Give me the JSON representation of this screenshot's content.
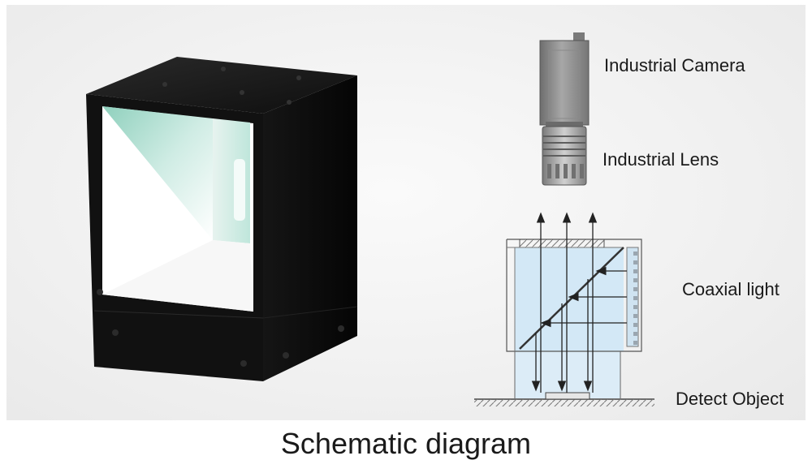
{
  "labels": {
    "camera": "Industrial Camera",
    "lens": "Industrial Lens",
    "coaxial_light": "Coaxial light",
    "detect_object": "Detect Object"
  },
  "caption": "Schematic diagram",
  "colors": {
    "housing": "#141414",
    "light_blue": "#cfe6f5",
    "mirror_green": "#9fd8c8",
    "line": "#555555"
  },
  "icons": [
    "coaxial-light-product-photo",
    "camera-icon",
    "lens-icon",
    "arrow-icon"
  ]
}
